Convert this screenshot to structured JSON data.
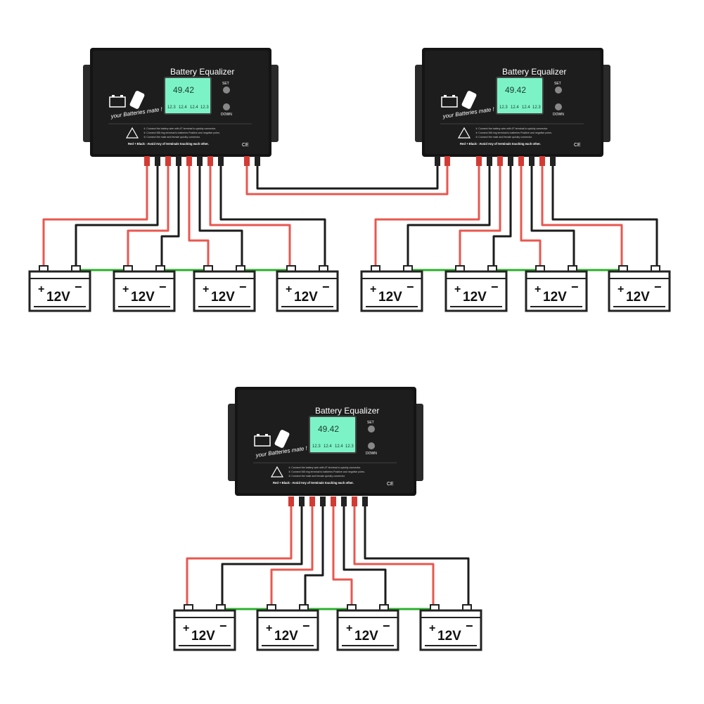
{
  "colors": {
    "wire_red": "#e8574f",
    "wire_black": "#1c1c1c",
    "series_link": "#2bb02b",
    "device_body": "#1a1a1a",
    "lcd": "#7cf3c6"
  },
  "device": {
    "title": "Battery Equalizer",
    "lcd_total": "49.42",
    "lcd_cells": [
      "12.3",
      "12.4",
      "12.4",
      "12.3"
    ],
    "btn_set": "SET",
    "btn_down": "DOWN",
    "slogan": "your Batteries mate !",
    "instructions": [
      "① Connect the battery wire with 4T terminal to quickly connector.",
      "② Connect M8 ring terminal to batteries Positive and negative poles.",
      "③ Connect the male and female quickly connector."
    ],
    "warning": "Red + Black -  Avoid Any of terminals touching each other.",
    "cert": "CE"
  },
  "battery": {
    "label": "12V",
    "plus": "+",
    "minus": "−"
  },
  "layout_units": [
    {
      "id": "top-left",
      "batteries": 4
    },
    {
      "id": "top-right",
      "batteries": 4
    },
    {
      "id": "bottom",
      "batteries": 4
    }
  ]
}
